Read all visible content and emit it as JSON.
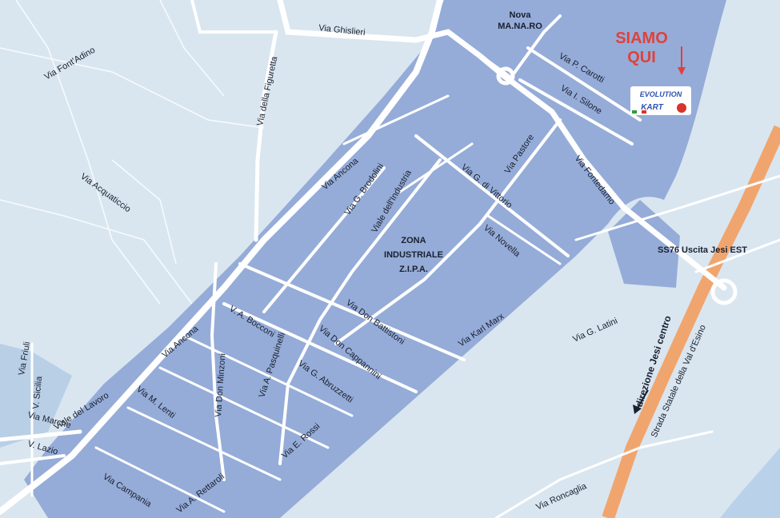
{
  "colors": {
    "background": "#d9e6f0",
    "industrial_zone": "#95acd8",
    "road": "#ffffff",
    "highway": "#f1a56e",
    "siamo_text": "#e0413a"
  },
  "marker": {
    "line1": "SIAMO",
    "line2": "QUI",
    "logo_line1": "EVOLUTION",
    "logo_line2": "KART",
    "icon": "arrow-down-icon"
  },
  "zone_label": {
    "line1": "ZONA",
    "line2": "INDUSTRIALE",
    "line3": "Z.I.P.A."
  },
  "place": {
    "line1": "Nova",
    "line2": "MA.NA.RO"
  },
  "exit_label": "SS76 Uscita Jesi EST",
  "direction_label": "direzione Jesi centro",
  "highway_label": "Strada Statale della Val d'Esino",
  "streets": {
    "font_adino": "Via Font'Adino",
    "ghislieri": "Via Ghislieri",
    "figuretta": "Via della Figuretta",
    "carotti": "Via P. Carotti",
    "silone": "Via I. Silone",
    "pastore": "Via Pastore",
    "di_vittorio": "Via G. di Vittorio",
    "fontedamo": "Via Fontedamo",
    "novella": "Via Novella",
    "ancona_1": "Via Ancona",
    "ancona_2": "Via Ancona",
    "brodolini": "Via G. Brodolini",
    "industria": "Viale dell'Industria",
    "acquaticcio": "Via Acquaticcio",
    "battistoni": "Via Don Battistoni",
    "karl_marx": "Via Karl Marx",
    "latini": "Via G. Latini",
    "bocconi": "V. A. Bocconi",
    "pasquinelli": "Via A. Pasquinelli",
    "cappannini": "Via Don Cappannini",
    "abruzzetti": "Via G. Abruzzetti",
    "minzoni": "Via Don Minzoni",
    "rossi": "Via E. Rossi",
    "lenti": "Via M. Lenti",
    "friuli": "Via Friuli",
    "sicilia": "V. Sicilia",
    "lavoro": "Viale del Lavoro",
    "marche": "Via Marche",
    "lazio": "V. Lazio",
    "campania": "Via Campania",
    "rettaroli": "Via A. Rettaroli",
    "roncaglia": "Via Roncaglia"
  }
}
